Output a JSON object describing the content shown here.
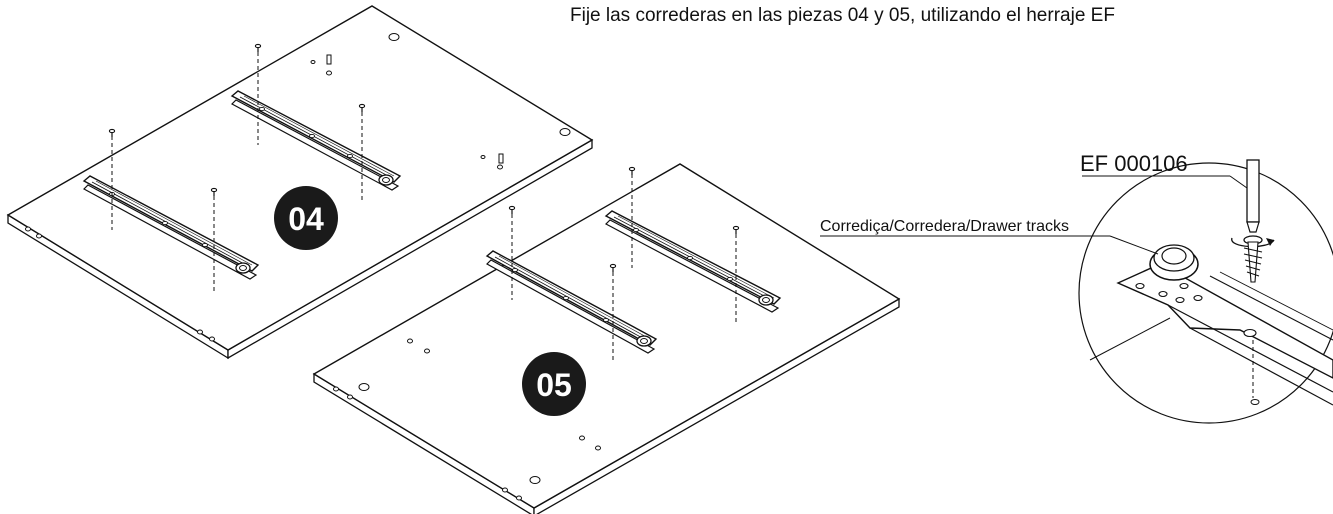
{
  "instruction": "Fije las correderas en las piezas 04 y 05, utilizando el herraje EF",
  "panels": [
    {
      "label": "04"
    },
    {
      "label": "05"
    }
  ],
  "callouts": {
    "hardware_code": "EF 000106",
    "track_label": "Corrediça/Corredera/Drawer tracks"
  },
  "colors": {
    "line": "#111111",
    "badge_fill": "#1a1a1a",
    "badge_text": "#ffffff",
    "panel_fill": "#ffffff"
  }
}
